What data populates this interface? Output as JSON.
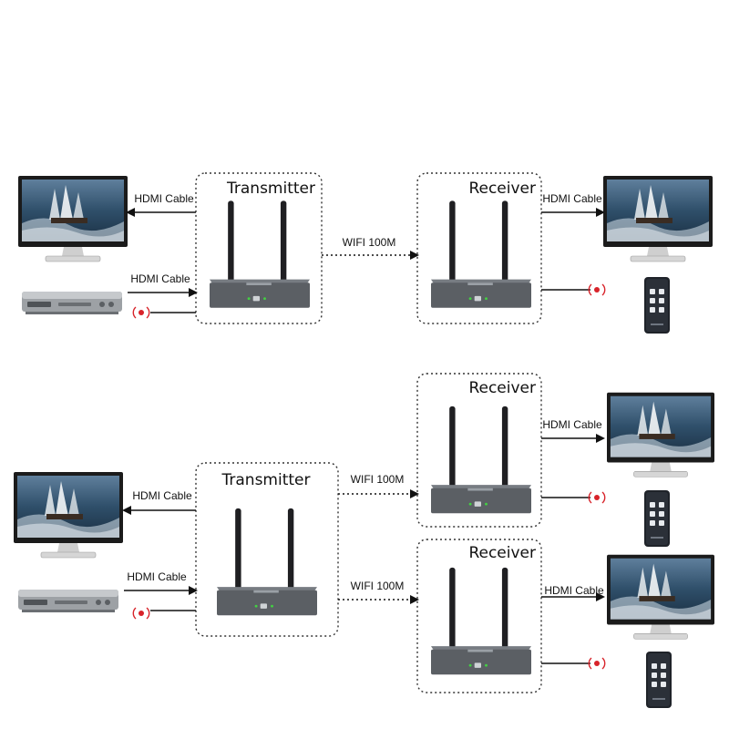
{
  "diagram": {
    "colors": {
      "device_body": "#5b5f64",
      "device_top": "#777c82",
      "antenna": "#1f1f22",
      "ir_red": "#d8232a",
      "dotted_border": "#333333",
      "arrow": "#111111"
    },
    "scenario_one": {
      "transmitter": {
        "title": "Transmitter"
      },
      "receiver": {
        "title": "Receiver"
      },
      "hdmi_out_label": "HDMI Cable",
      "hdmi_in_label": "HDMI Cable",
      "wifi_label": "WIFI 100M",
      "rx_hdmi_label": "HDMI Cable"
    },
    "scenario_two": {
      "transmitter": {
        "title": "Transmitter"
      },
      "receiver_top": {
        "title": "Receiver"
      },
      "receiver_bottom": {
        "title": "Receiver"
      },
      "hdmi_out_label": "HDMI Cable",
      "hdmi_in_label": "HDMI Cable",
      "wifi_top_label": "WIFI  100M",
      "wifi_bottom_label": "WIFI  100M",
      "rx_top_hdmi_label": "HDMI Cable",
      "rx_bottom_hdmi_label": "HDMI Cable"
    },
    "icons": [
      "monitor-icon",
      "dvd-player-icon",
      "ir-sensor-icon",
      "remote-control-icon",
      "wireless-extender-icon"
    ]
  }
}
